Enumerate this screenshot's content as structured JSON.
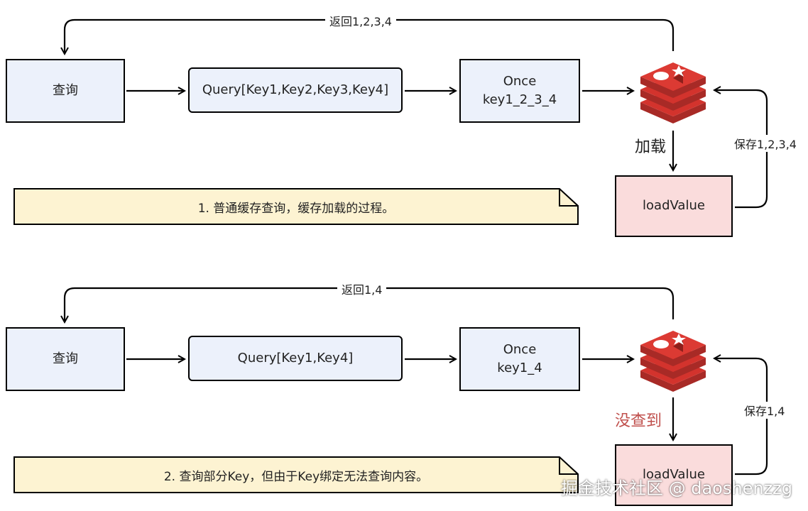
{
  "sections": [
    {
      "return_label": "返回1,2,3,4",
      "query_box": "查询",
      "query_params": "Query[Key1,Key2,Key3,Key4]",
      "once_line1": "Once",
      "once_line2": "key1_2_3_4",
      "load_label": "加载",
      "save_label": "保存1,2,3,4",
      "load_value": "loadValue",
      "note": "1. 普通缓存查询，缓存加载的过程。"
    },
    {
      "return_label": "返回1,4",
      "query_box": "查询",
      "query_params": "Query[Key1,Key4]",
      "once_line1": "Once",
      "once_line2": "key1_4",
      "load_label": "没查到",
      "save_label": "保存1,4",
      "load_value": "loadValue",
      "note": "2. 查询部分Key，但由于Key绑定无法查询内容。"
    }
  ],
  "watermark": "掘金技术社区 @ daoshenzzg",
  "colors": {
    "box_fill": "#ecf1fb",
    "load_fill": "#fadcdc",
    "note_fill": "#fdf3d2",
    "redis_red": "#d3332d",
    "miss_label": "#c0504d"
  },
  "icons": [
    "redis-logo-icon",
    "redis-logo-icon"
  ]
}
